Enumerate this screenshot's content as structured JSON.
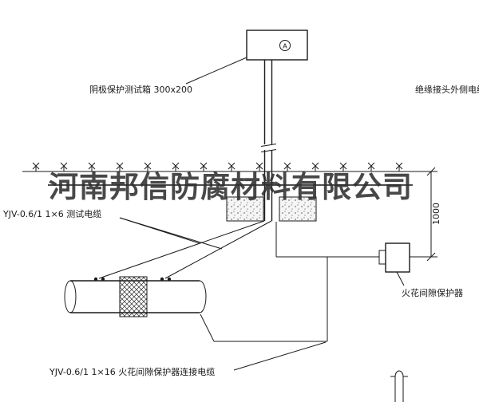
{
  "labels": {
    "test_box": "阴极保护测试箱 300x200",
    "outer_cable": "绝缘接头外侧电缆",
    "test_cable": "YJV-0.6/1 1×6  测试电缆",
    "spark_protector": "火花间隙保护器",
    "connection_cable": "YJV-0.6/1 1×16  火花间隙保护器连接电缆"
  },
  "test_box": {
    "meter_symbol": "A"
  },
  "dimension": {
    "value": "1000"
  },
  "watermark": {
    "text": "河南邦信防腐材料有限公司"
  },
  "colors": {
    "line": "#1a1a1a",
    "watermark": "#2f2f2f",
    "background": "#ffffff"
  }
}
